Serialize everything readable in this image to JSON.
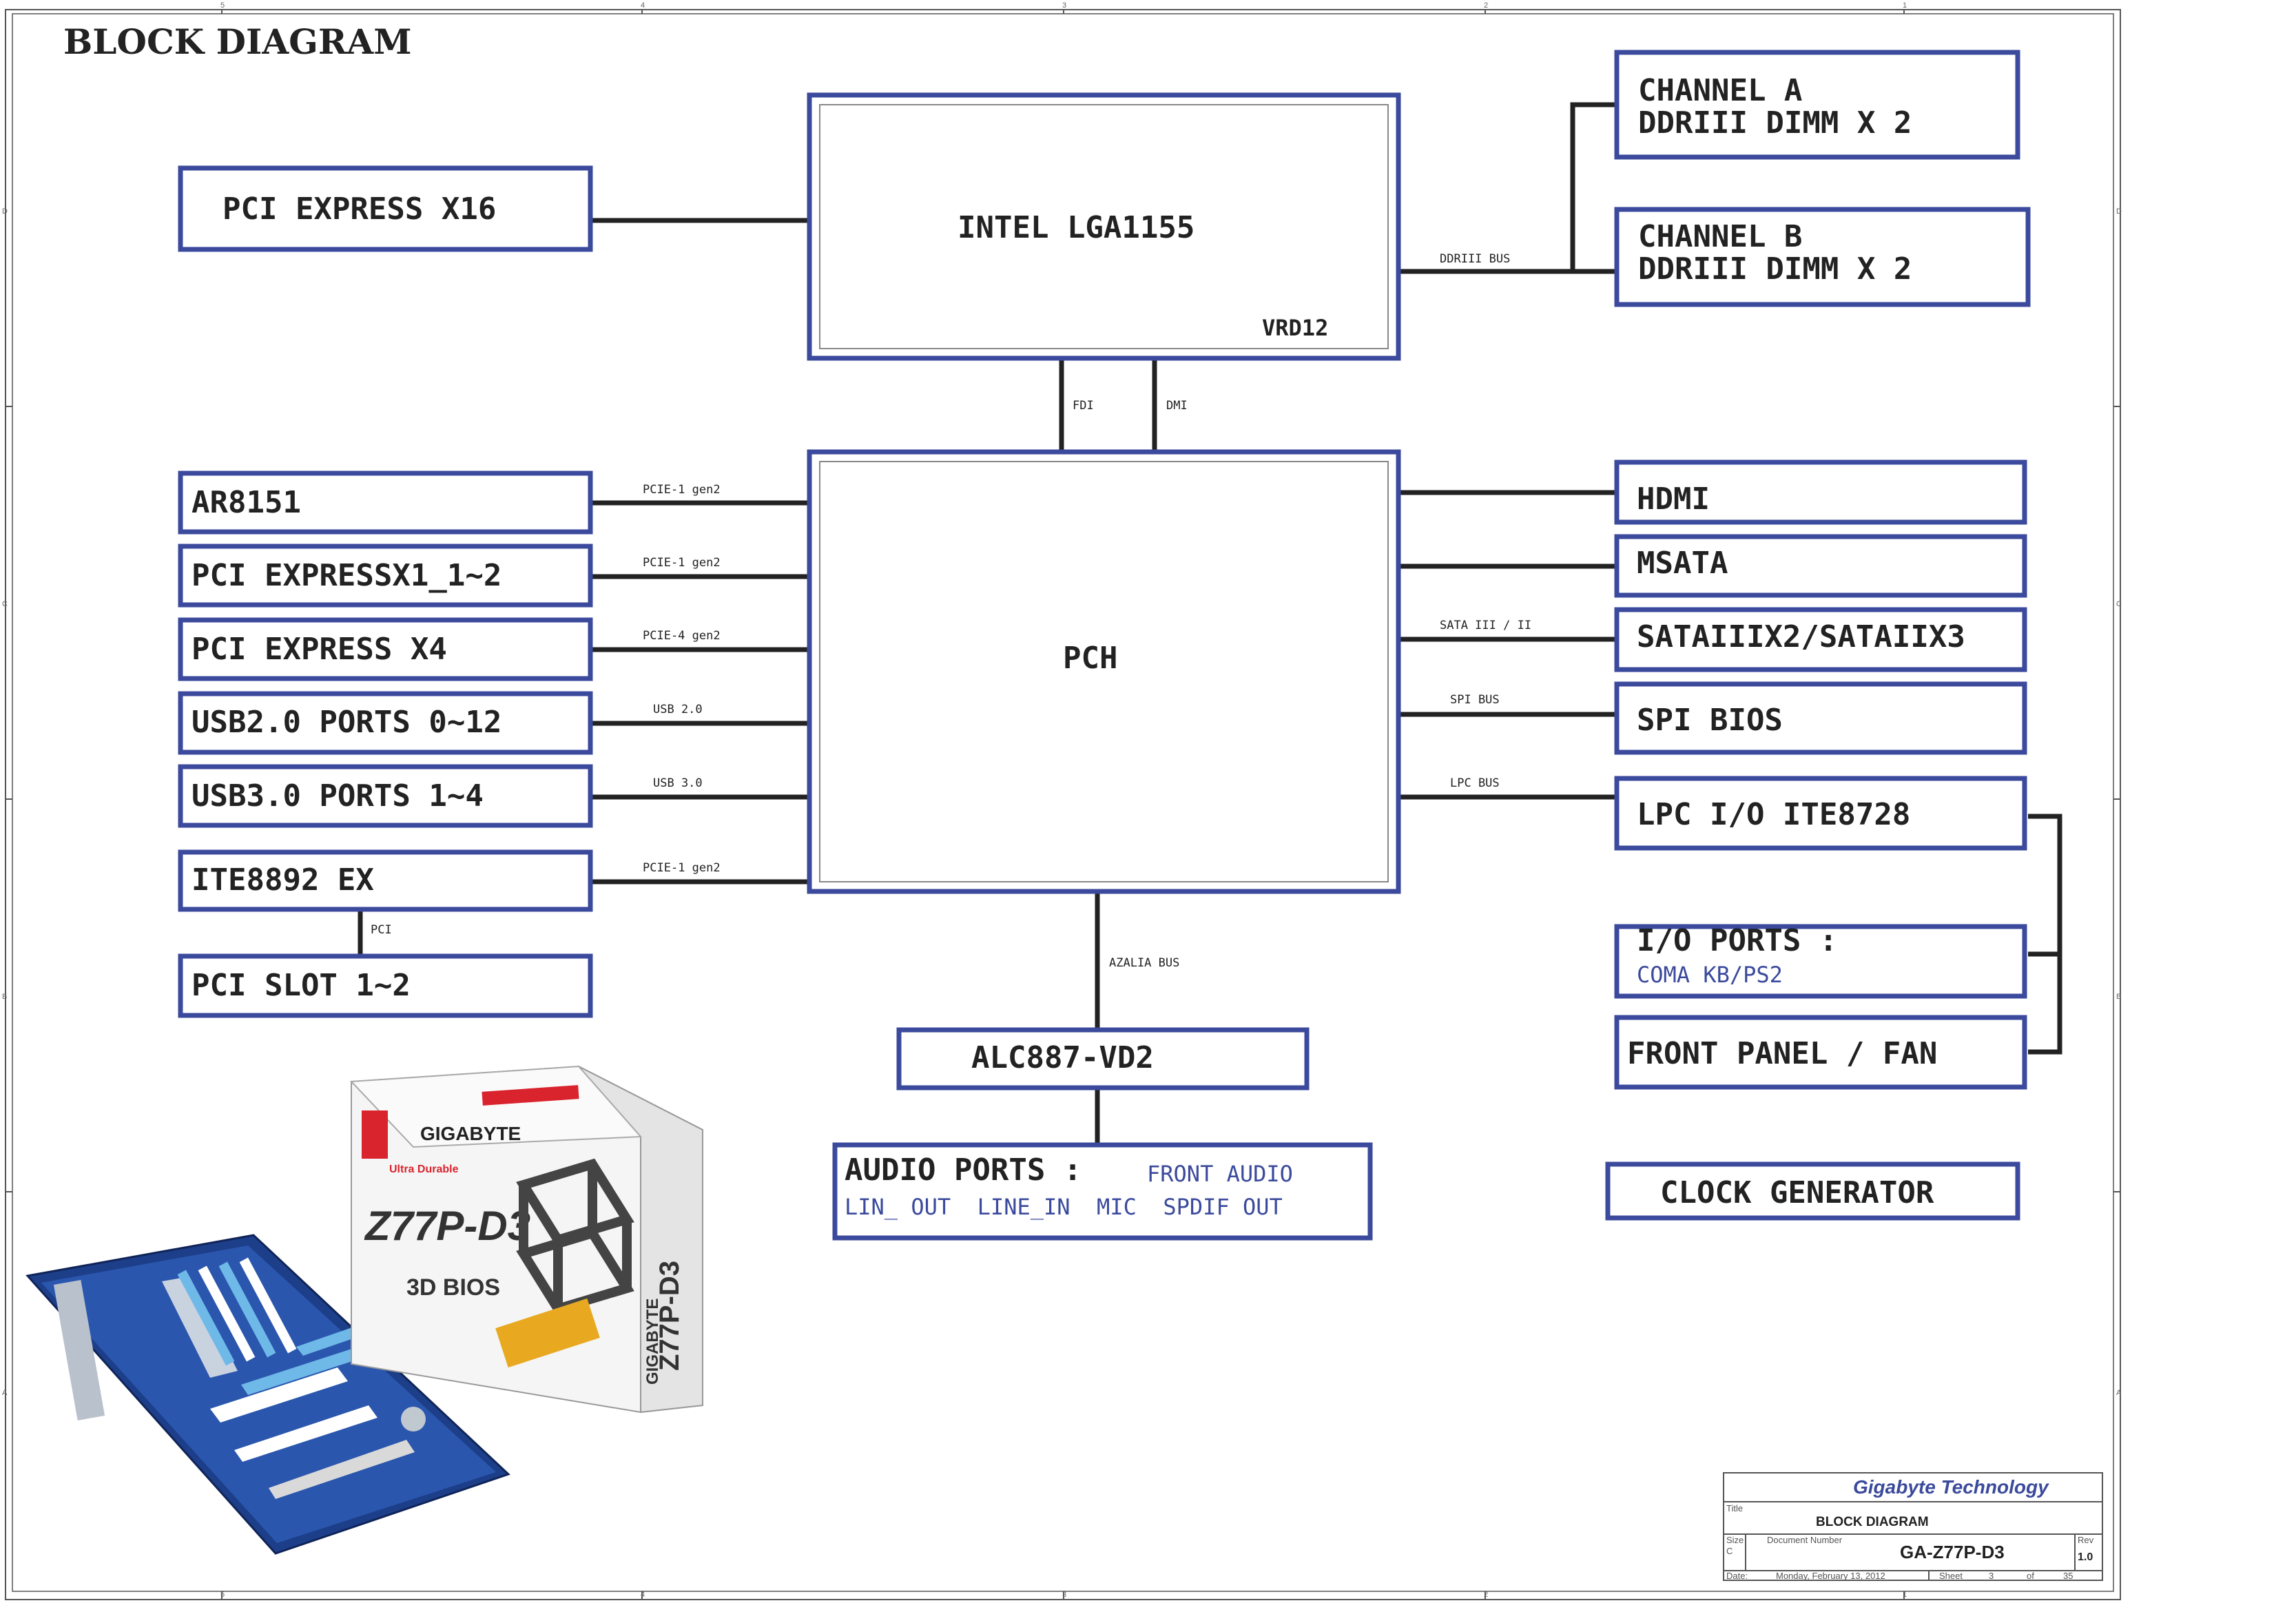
{
  "title": "BLOCK DIAGRAM",
  "colors": {
    "box_border": "#3b4a9c",
    "line": "#222222",
    "blue_text": "#3b4a9c"
  },
  "blocks": {
    "pcie_x16": "PCI EXPRESS X16",
    "cpu": "INTEL LGA1155",
    "vrd": "VRD12",
    "channel_a_line1": "CHANNEL A",
    "channel_a_line2": "DDRIII  DIMM X 2",
    "channel_b_line1": "CHANNEL B",
    "channel_b_line2": "DDRIII DIMM X 2",
    "pch": "PCH",
    "ar8151": "AR8151",
    "pcie_x1": "PCI EXPRESSX1_1~2",
    "pcie_x4": "PCI EXPRESS X4",
    "usb2": "USB2.0 PORTS 0~12",
    "usb3": "USB3.0 PORTS 1~4",
    "ite8892": "ITE8892 EX",
    "pci_slot": "PCI SLOT 1~2",
    "hdmi": "HDMI",
    "msata": "MSATA",
    "sata": "SATAIIIX2/SATAIIX3",
    "spi_bios": "SPI BIOS",
    "lpc_io": "LPC I/O ITE8728",
    "io_ports": "I/O PORTS :",
    "io_ports_sub": "COMA  KB/PS2",
    "front_panel": "FRONT PANEL / FAN",
    "alc": "ALC887-VD2",
    "audio_ports": "AUDIO PORTS :",
    "front_audio": "FRONT AUDIO",
    "audio_sub": "LIN_ OUT  LINE_IN  MIC  SPDIF OUT",
    "clock": "CLOCK GENERATOR"
  },
  "buses": {
    "ddr": "DDRIII BUS",
    "fdi": "FDI",
    "dmi": "DMI",
    "ar8151": "PCIE-1 gen2",
    "pcie_x1": "PCIE-1 gen2",
    "pcie_x4": "PCIE-4 gen2",
    "usb2": "USB 2.0",
    "usb3": "USB 3.0",
    "ite8892": "PCIE-1 gen2",
    "pci": "PCI",
    "sata": "SATA III / II",
    "spi": "SPI BUS",
    "lpc": "LPC BUS",
    "azalia": "AZALIA BUS"
  },
  "product_box": {
    "brand": "GIGABYTE",
    "model": "Z77P-D3",
    "bios": "3D BIOS",
    "ultra": "Ultra Durable"
  },
  "title_block": {
    "company": "Gigabyte Technology",
    "title_label": "Title",
    "title": "BLOCK DIAGRAM",
    "size_label": "Size",
    "size": "C",
    "docnum_label": "Document Number",
    "docnum": "GA-Z77P-D3",
    "rev_label": "Rev",
    "rev": "1.0",
    "date_label": "Date:",
    "date": "Monday, February 13, 2012",
    "sheet_label": "Sheet",
    "sheet": "3",
    "of_label": "of",
    "total": "35"
  },
  "border_marks": {
    "top": [
      "5",
      "4",
      "3",
      "2",
      "1"
    ],
    "bottom": [
      "5",
      "4",
      "3",
      "2",
      "1"
    ],
    "left": [
      "D",
      "C",
      "B",
      "A"
    ],
    "right": [
      "D",
      "C",
      "B",
      "A"
    ]
  }
}
